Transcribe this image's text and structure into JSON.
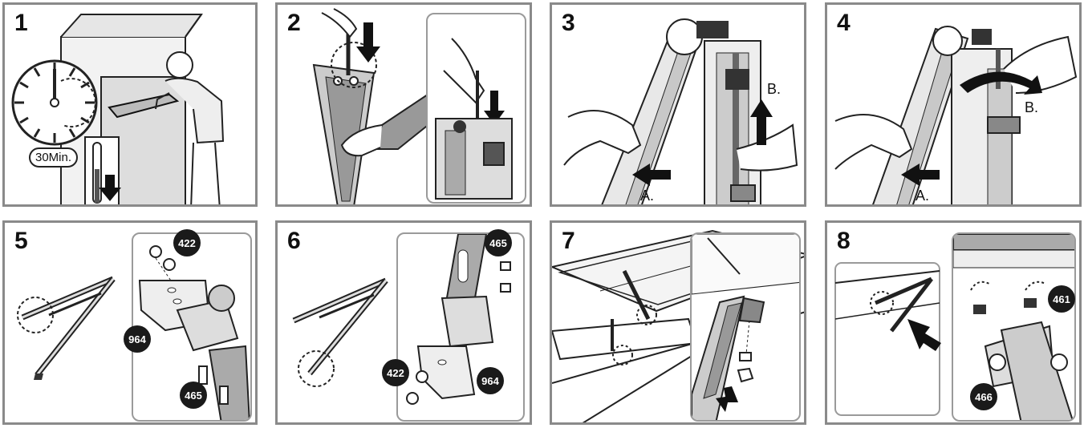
{
  "steps": [
    "1",
    "2",
    "3",
    "4",
    "5",
    "6",
    "7",
    "8"
  ],
  "step1": {
    "time_label": "30Min."
  },
  "step3": {
    "label_a": "A.",
    "label_b": "B."
  },
  "step4": {
    "label_a": "A.",
    "label_b": "B."
  },
  "step5": {
    "part_422": "422",
    "part_964": "964",
    "part_465": "465"
  },
  "step6": {
    "part_465": "465",
    "part_422": "422",
    "part_964": "964"
  },
  "step8": {
    "part_461": "461",
    "part_466": "466"
  }
}
